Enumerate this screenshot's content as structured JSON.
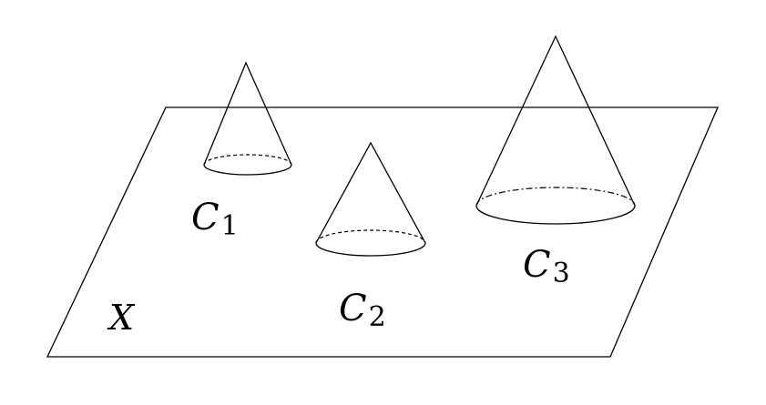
{
  "diagram": {
    "space_label": "X",
    "cones": [
      {
        "letter": "C",
        "index": "1"
      },
      {
        "letter": "C",
        "index": "2"
      },
      {
        "letter": "C",
        "index": "3"
      }
    ]
  }
}
